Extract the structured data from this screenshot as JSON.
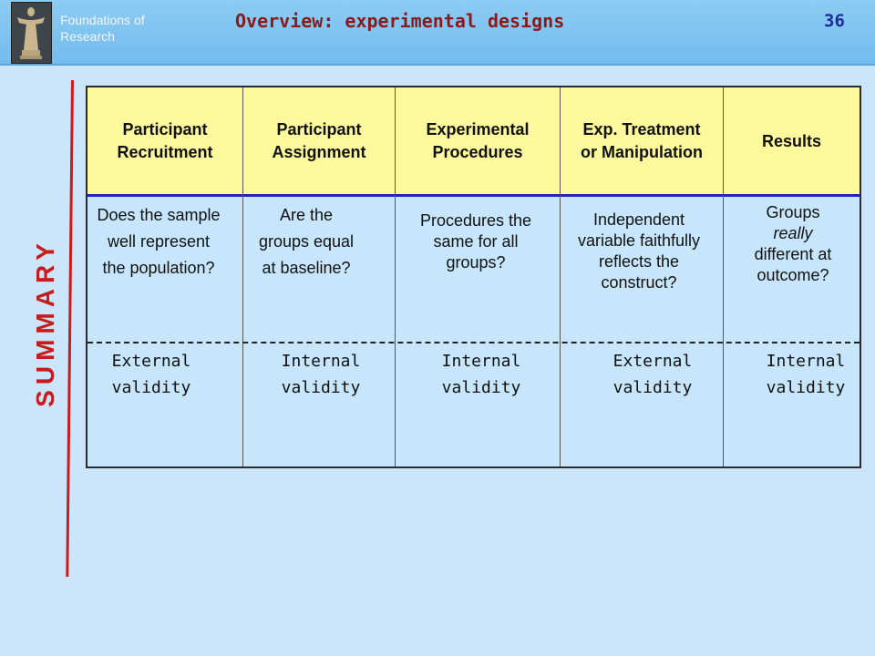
{
  "header": {
    "org": "Foundations of Research",
    "title": "Overview: experimental designs",
    "page_number": "36"
  },
  "side_label": "SUMMARY",
  "table": {
    "columns": [
      {
        "header": "Participant Recruitment",
        "question": "Does the sample well represent the population?",
        "validity": "External validity"
      },
      {
        "header": "Participant Assignment",
        "question": "Are the groups equal at baseline?",
        "validity": "Internal validity"
      },
      {
        "header": "Experimental Procedures",
        "question": "Procedures the same for all groups?",
        "validity": "Internal validity"
      },
      {
        "header": "Exp. Treatment or Manipulation",
        "question": "Independent variable faithfully reflects the construct?",
        "validity": "External validity"
      },
      {
        "header": "Results",
        "question_parts": [
          "Groups",
          "really",
          "different at outcome?"
        ],
        "validity": "Internal validity"
      }
    ]
  }
}
